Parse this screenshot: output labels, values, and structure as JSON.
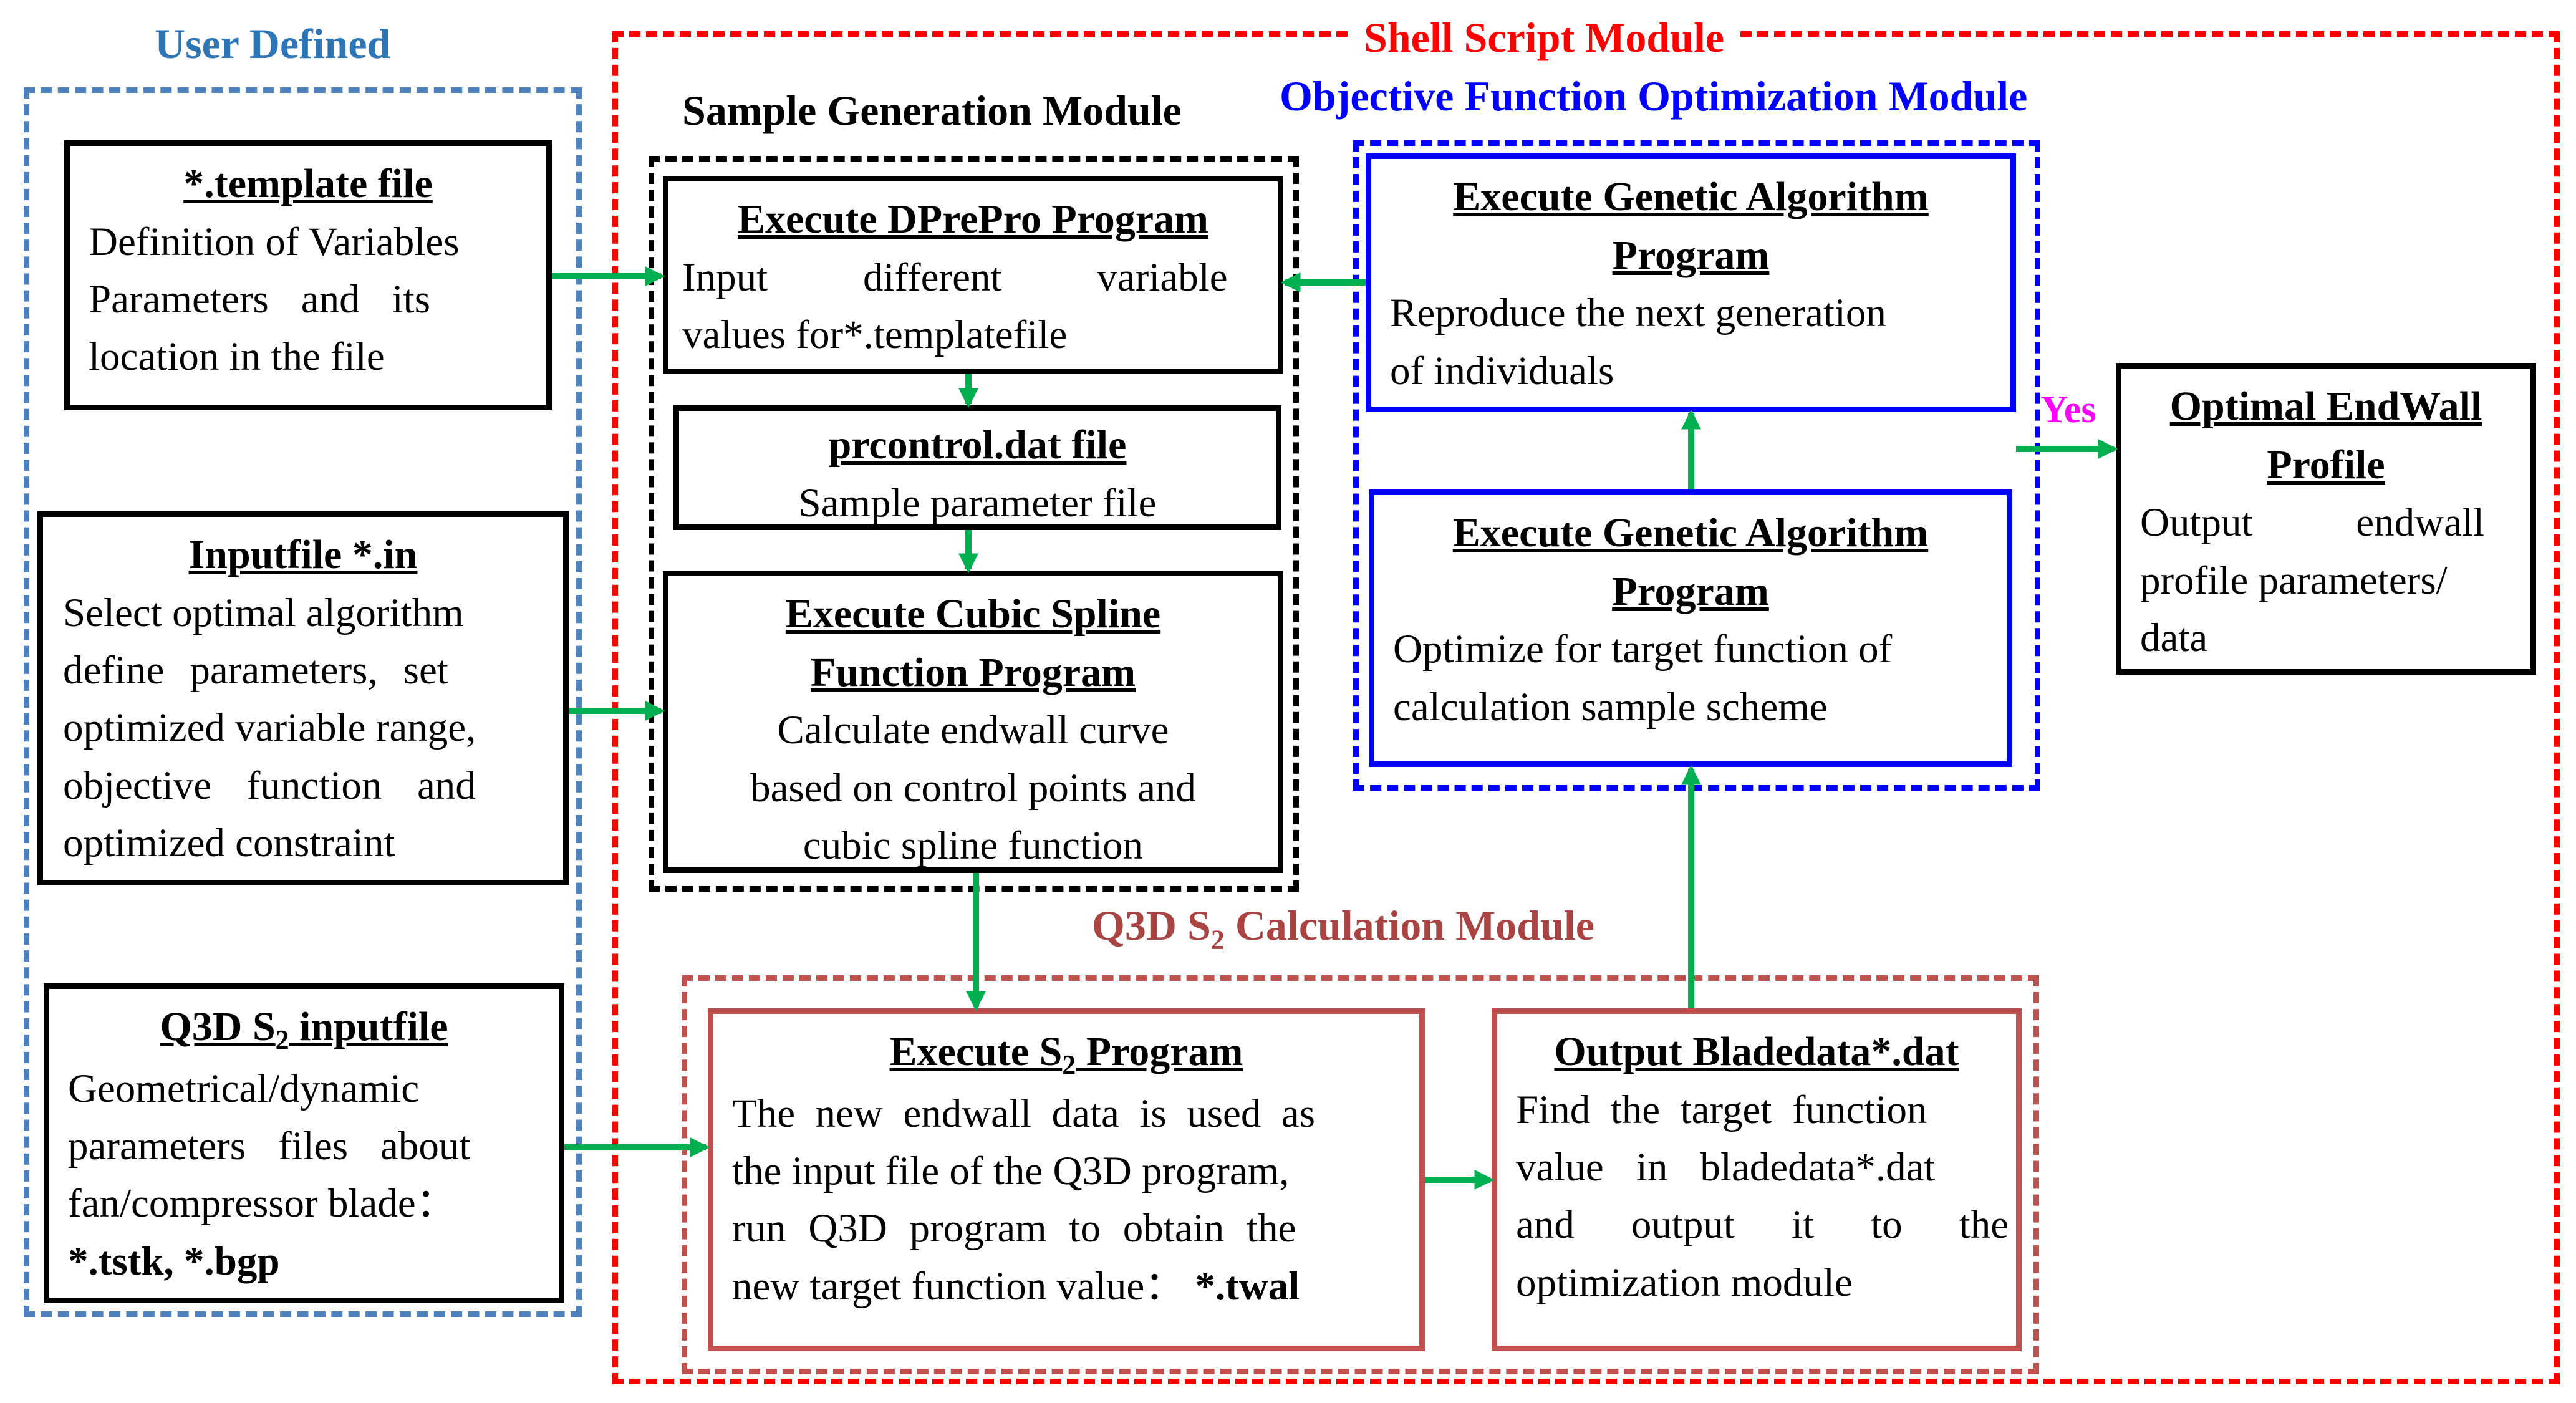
{
  "colors": {
    "user_region": "#4f81bd",
    "shell_region": "#ff0000",
    "sample_region": "#000000",
    "objective_region": "#0000ff",
    "q3d_region": "#c0504d",
    "arrow": "#00b050",
    "yes": "#ff00ff"
  },
  "regions": {
    "user_defined": "User Defined",
    "shell_script": "Shell Script Module",
    "sample_generation": "Sample Generation Module",
    "objective_optimization": "Objective Function Optimization Module",
    "q3d_calc": {
      "pre": "Q3D S",
      "sub": "2",
      "post": " Calculation Module"
    }
  },
  "boxes": {
    "template": {
      "title": "*.template file",
      "lines": [
        "Definition of Variables",
        "Parameters and its",
        "location in the file"
      ]
    },
    "inputfile": {
      "title": "Inputfile *.in",
      "lines": [
        "Select optimal algorithm",
        "define parameters, set",
        "optimized variable range,",
        "objective function and",
        "optimized constraint"
      ]
    },
    "q3d_input": {
      "title_pre": "Q3D S",
      "title_sub": "2",
      "title_post": " inputfile",
      "lines": [
        "Geometrical/dynamic",
        "parameters files about",
        "fan/compressor blade："
      ],
      "bold_line": "*.tstk, *.bgp"
    },
    "dprepro": {
      "title": "Execute DPrePro Program",
      "lines": [
        "Input different variable",
        "values for*.templatefile"
      ]
    },
    "prcontrol": {
      "title": "prcontrol.dat file",
      "body": "Sample parameter file"
    },
    "cubic": {
      "title_lines": [
        "Execute Cubic Spline",
        "Function Program"
      ],
      "lines": [
        "Calculate endwall curve",
        "based on control points and",
        "cubic spline function"
      ]
    },
    "ga_reproduce": {
      "title_lines": [
        "Execute Genetic Algorithm",
        "Program"
      ],
      "lines": [
        "Reproduce the next generation",
        "of individuals"
      ]
    },
    "ga_optimize": {
      "title_lines": [
        "Execute Genetic Algorithm",
        "Program"
      ],
      "lines": [
        "Optimize for target function of",
        "calculation sample scheme"
      ]
    },
    "optimal": {
      "title_lines": [
        "Optimal EndWall",
        "Profile"
      ],
      "lines": [
        "Output endwall",
        "profile parameters/",
        "data"
      ]
    },
    "s2": {
      "title_pre": "Execute S",
      "title_sub": "2",
      "title_post": " Program",
      "lines": [
        "The new endwall data is used as",
        "the input file of the Q3D program,",
        "run Q3D program to obtain the"
      ],
      "last_line_pre": "new target function value：",
      "last_line_bold": " *.twal"
    },
    "bladedata": {
      "title": "Output Bladedata*.dat",
      "lines": [
        "Find the target function",
        "value in bladedata*.dat",
        "and output it to the",
        "optimization module"
      ]
    }
  },
  "yes_label": "Yes"
}
